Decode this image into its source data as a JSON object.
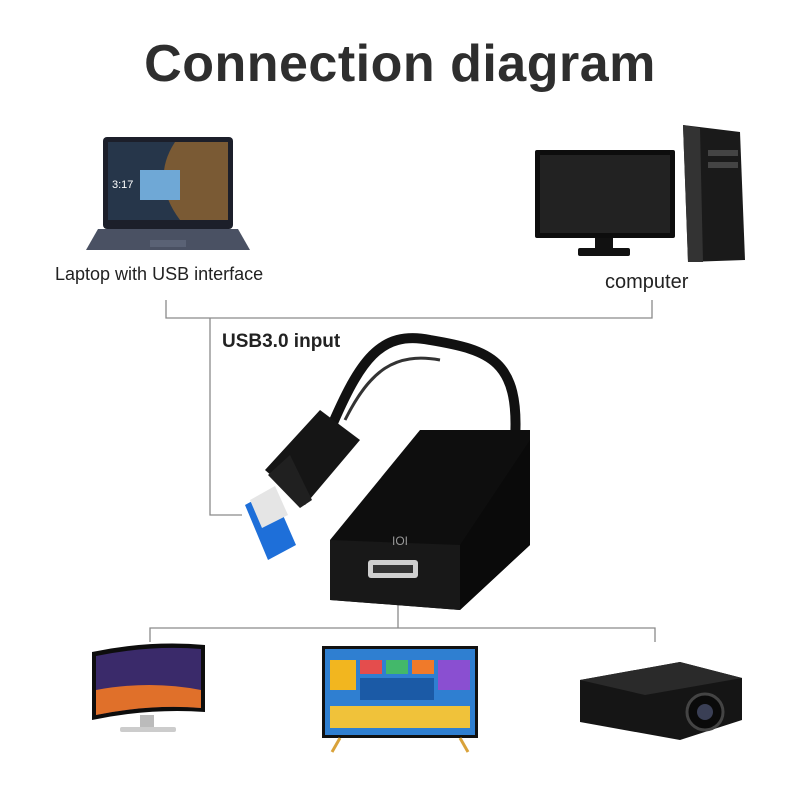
{
  "title": "Connection diagram",
  "labels": {
    "laptop": "Laptop with USB interface",
    "computer": "computer",
    "usb_input": "USB3.0 input"
  },
  "colors": {
    "text": "#2e2e2e",
    "connector_line": "#8a8a8a",
    "usb3_blue": "#1e6fd9",
    "adapter_body": "#111111"
  },
  "devices": {
    "top": [
      "laptop",
      "desktop-computer"
    ],
    "center": "usb-to-hdmi-adapter",
    "bottom": [
      "curved-monitor",
      "tv",
      "projector"
    ]
  }
}
